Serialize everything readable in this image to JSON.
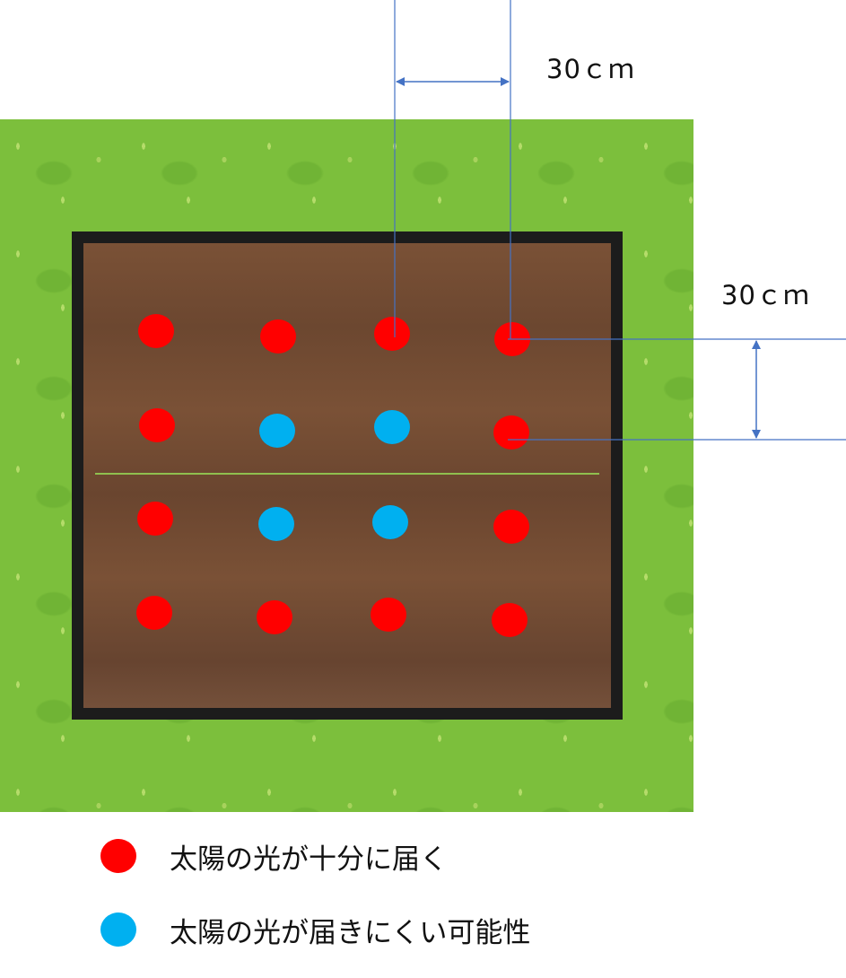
{
  "dimensions": {
    "horizontal_label": "30ｃｍ",
    "vertical_label": "30ｃｍ"
  },
  "colors": {
    "sunny": "#ff0000",
    "shaded": "#00b0f0",
    "grass": "#7cbf3c",
    "soil": "#74503a",
    "frame": "#1c1c1c",
    "dimension_line": "#4472c4"
  },
  "plants": [
    {
      "row": 1,
      "col": 1,
      "status": "sunny"
    },
    {
      "row": 1,
      "col": 2,
      "status": "sunny"
    },
    {
      "row": 1,
      "col": 3,
      "status": "sunny"
    },
    {
      "row": 1,
      "col": 4,
      "status": "sunny"
    },
    {
      "row": 2,
      "col": 1,
      "status": "sunny"
    },
    {
      "row": 2,
      "col": 2,
      "status": "shaded"
    },
    {
      "row": 2,
      "col": 3,
      "status": "shaded"
    },
    {
      "row": 2,
      "col": 4,
      "status": "sunny"
    },
    {
      "row": 3,
      "col": 1,
      "status": "sunny"
    },
    {
      "row": 3,
      "col": 2,
      "status": "shaded"
    },
    {
      "row": 3,
      "col": 3,
      "status": "shaded"
    },
    {
      "row": 3,
      "col": 4,
      "status": "sunny"
    },
    {
      "row": 4,
      "col": 1,
      "status": "sunny"
    },
    {
      "row": 4,
      "col": 2,
      "status": "sunny"
    },
    {
      "row": 4,
      "col": 3,
      "status": "sunny"
    },
    {
      "row": 4,
      "col": 4,
      "status": "sunny"
    }
  ],
  "legend": {
    "sunny_label": "太陽の光が十分に届く",
    "shaded_label": "太陽の光が届きにくい可能性"
  }
}
